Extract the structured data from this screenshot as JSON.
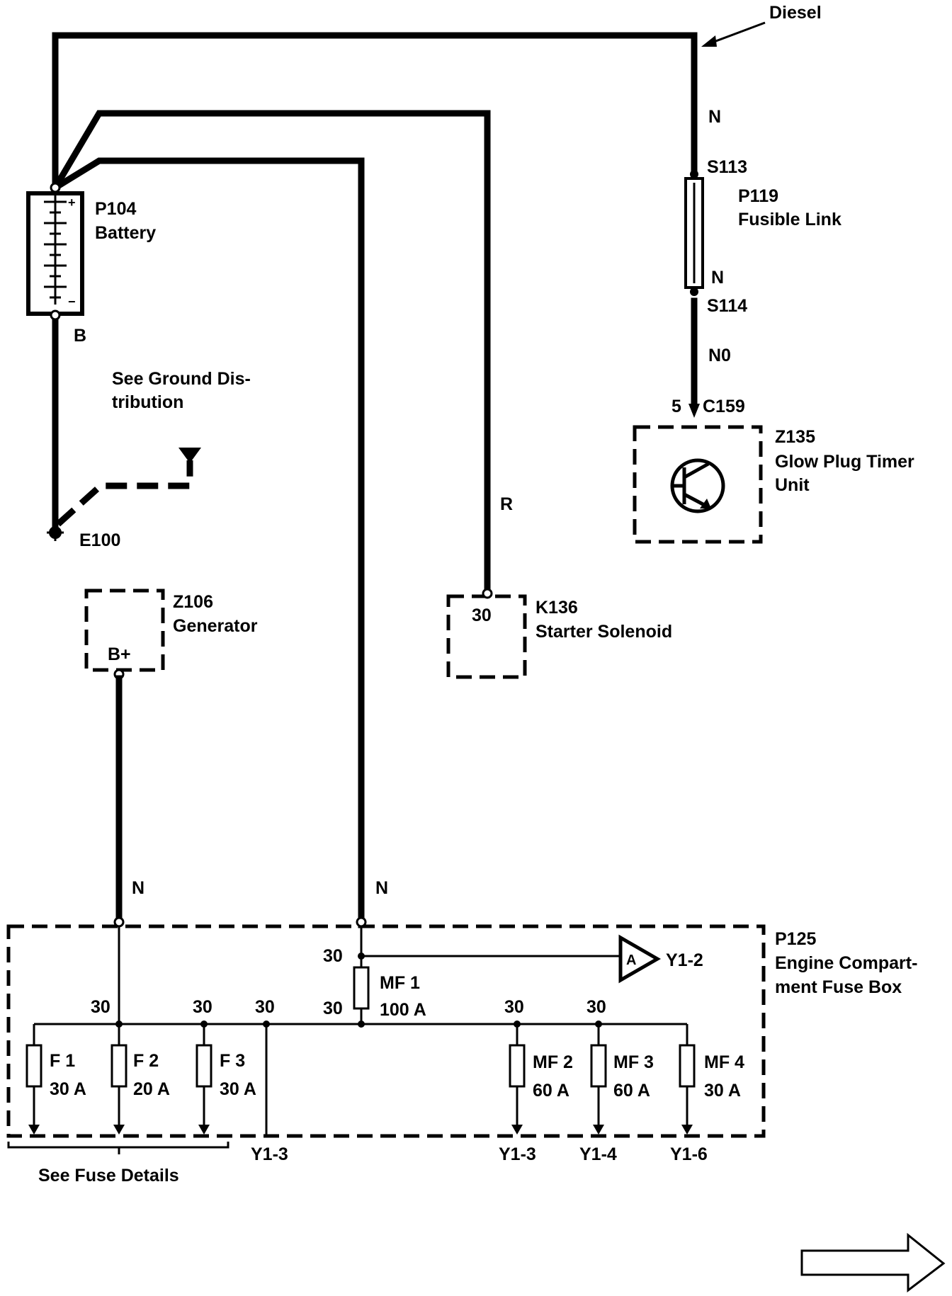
{
  "labels": {
    "diesel": "Diesel",
    "wire_n_top": "N",
    "s113": "S113",
    "p119": "P119",
    "fusible_link": "Fusible Link",
    "wire_n_mid": "N",
    "s114": "S114",
    "wire_n0": "N0",
    "pin5": "5",
    "c159": "C159",
    "z135": "Z135",
    "glow_plug_1": "Glow Plug Timer",
    "glow_plug_2": "Unit",
    "p104": "P104",
    "battery": "Battery",
    "wire_b": "B",
    "ground_dist_1": "See Ground Dis-",
    "ground_dist_2": "tribution",
    "e100": "E100",
    "wire_r": "R",
    "k136": "K136",
    "starter_solenoid": "Starter Solenoid",
    "k136_pin": "30",
    "z106": "Z106",
    "generator": "Generator",
    "b_plus": "B+",
    "wire_n_gen": "N",
    "wire_n_main": "N",
    "p125": "P125",
    "fuse_box_1": "Engine Compart-",
    "fuse_box_2": "ment Fuse Box",
    "ref_a": "A",
    "y1_2": "Y1-2",
    "pin30_mf1_top": "30",
    "pin30_mf1_bottom": "30",
    "mf1_name": "MF 1",
    "mf1_rating": "100 A",
    "pin30_f2": "30",
    "pin30_f3": "30",
    "pin30_y13": "30",
    "pin30_mf2": "30",
    "pin30_mf3": "30",
    "f1_name": "F 1",
    "f1_rating": "30 A",
    "f2_name": "F 2",
    "f2_rating": "20 A",
    "f3_name": "F 3",
    "f3_rating": "30 A",
    "mf2_name": "MF 2",
    "mf2_rating": "60 A",
    "mf3_name": "MF 3",
    "mf3_rating": "60 A",
    "mf4_name": "MF 4",
    "mf4_rating": "30 A",
    "y1_3_left": "Y1-3",
    "y1_3_right": "Y1-3",
    "y1_4": "Y1-4",
    "y1_6": "Y1-6",
    "see_fuse_details": "See Fuse Details"
  }
}
